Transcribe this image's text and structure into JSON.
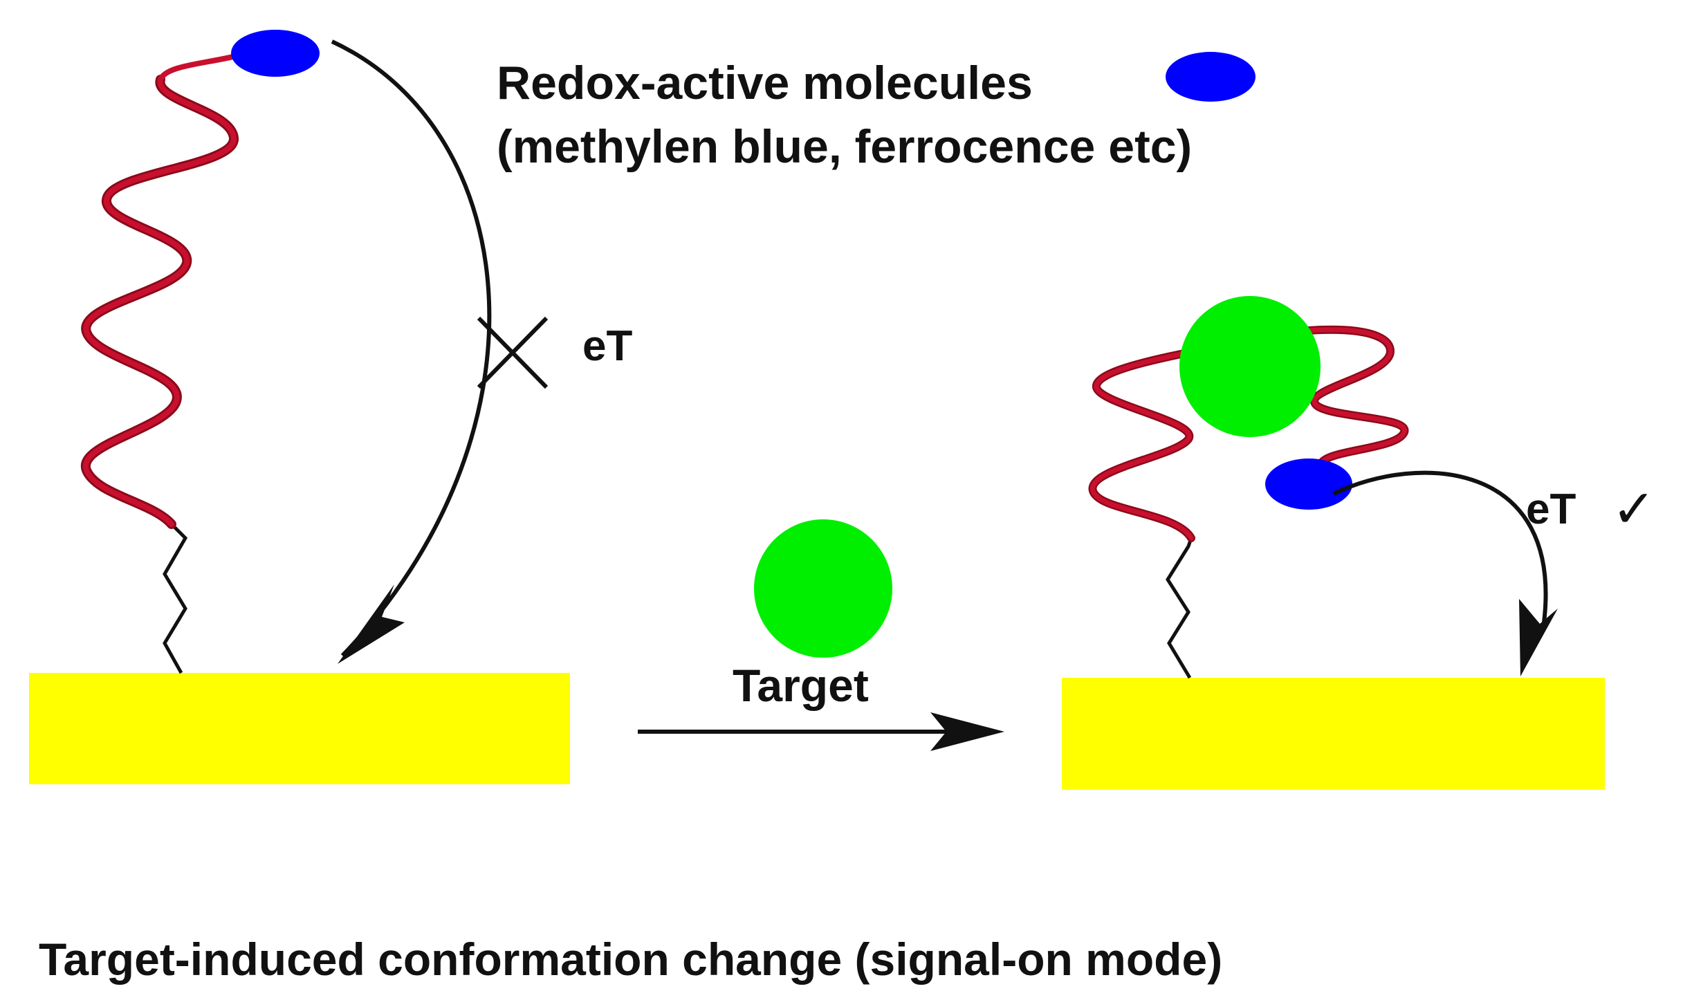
{
  "colors": {
    "electrode": "#ffff00",
    "redox_molecule": "#0000ff",
    "target": "#00ee00",
    "aptamer_front": "#c8102e",
    "aptamer_back": "#8b0a1a",
    "ink": "#111111"
  },
  "legend": {
    "title": "Redox-active molecules",
    "subtitle": "(methylen blue, ferrocence etc)"
  },
  "left_panel": {
    "transfer_label": "eT",
    "transfer_status": "blocked"
  },
  "transition": {
    "label": "Target"
  },
  "right_panel": {
    "transfer_label": "eT",
    "check": "✓",
    "transfer_status": "enabled"
  },
  "caption": "Target-induced conformation change (signal-on mode)",
  "icons": {
    "blocked": "cross-mark-icon",
    "enabled": "check-mark-icon"
  }
}
